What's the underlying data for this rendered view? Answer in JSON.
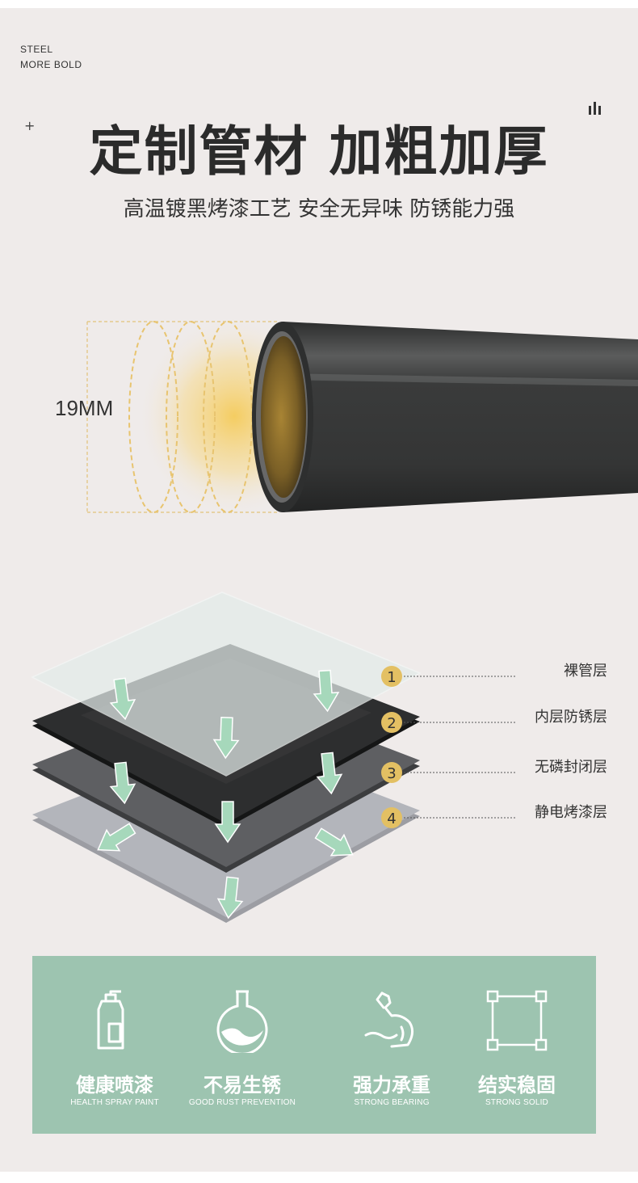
{
  "header": {
    "tagline_line1": "STEEL",
    "tagline_line2": "MORE BOLD",
    "plus_symbol": "+",
    "title": "定制管材 加粗加厚",
    "subtitle": "高温镀黑烤漆工艺 安全无异味 防锈能力强"
  },
  "pipe": {
    "diameter_label": "19MM"
  },
  "layers": [
    {
      "number": "1",
      "label": "裸管层"
    },
    {
      "number": "2",
      "label": "内层防锈层"
    },
    {
      "number": "3",
      "label": "无磷封闭层"
    },
    {
      "number": "4",
      "label": "静电烤漆层"
    }
  ],
  "features": [
    {
      "icon": "spray-can-icon",
      "name": "健康喷漆",
      "subtitle": "HEALTH SPRAY PAINT"
    },
    {
      "icon": "flask-icon",
      "name": "不易生锈",
      "subtitle": "GOOD RUST PREVENTION"
    },
    {
      "icon": "flexed-arm-icon",
      "name": "强力承重",
      "subtitle": "STRONG BEARING"
    },
    {
      "icon": "square-frame-icon",
      "name": "结实稳固",
      "subtitle": "STRONG SOLID"
    }
  ],
  "colors": {
    "background": "#efebea",
    "title": "#2b2b2b",
    "pipe": "#3a3b3b",
    "pipe_inner_gold": "#c9a24a",
    "badge": "#e3c063",
    "arrow_green": "#9fd3b5",
    "feature_panel": "#9dc4b0"
  }
}
